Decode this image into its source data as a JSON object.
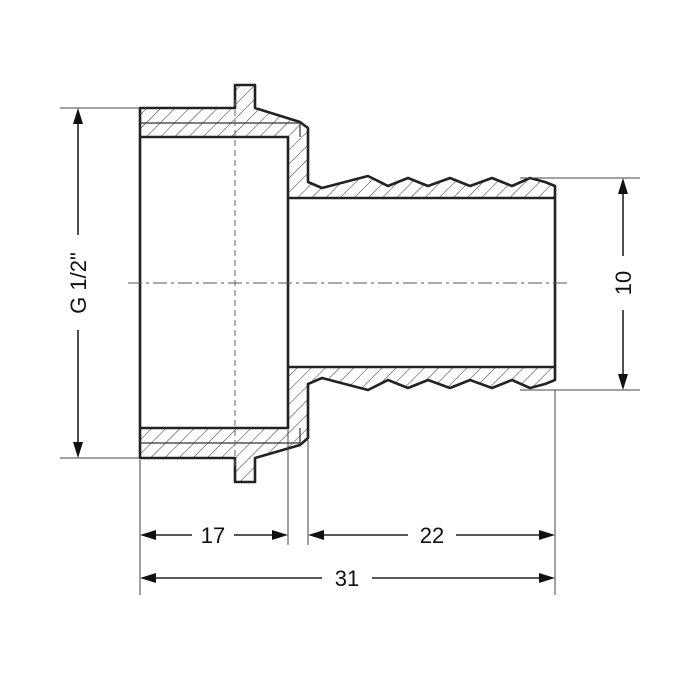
{
  "drawing": {
    "thread_label": "G 1/2\"",
    "dim_inner_length": "17",
    "dim_barb_length": "22",
    "dim_total_length": "31",
    "dim_barb_diameter": "10"
  }
}
